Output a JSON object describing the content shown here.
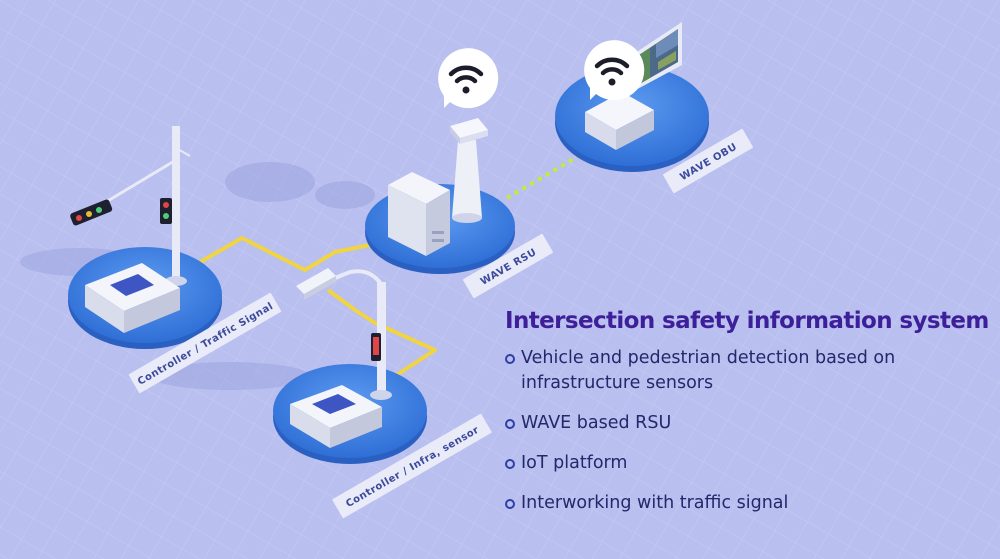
{
  "labels": {
    "traffic_signal": "Controller / Traffic Signal",
    "infra_sensor": "Controller / Infra, sensor",
    "rsu": "WAVE RSU",
    "obu": "WAVE OBU"
  },
  "info": {
    "title": "Intersection safety information system",
    "bullets": [
      "Vehicle and pedestrian detection based on infrastructure sensors",
      "WAVE based RSU",
      "IoT platform",
      "Interworking with traffic signal"
    ]
  },
  "icons": [
    "wifi-icon",
    "traffic-light-icon",
    "server-tower-icon",
    "cctv-camera-icon",
    "obu-device-icon",
    "screen-icon"
  ],
  "colors": {
    "background": "#b9bfef",
    "platform": "#3d7fe0",
    "wire": "#f0d442",
    "wireless_link": "#c6ea3c",
    "title": "#3d1f9a",
    "bullet_text": "#22286a"
  }
}
